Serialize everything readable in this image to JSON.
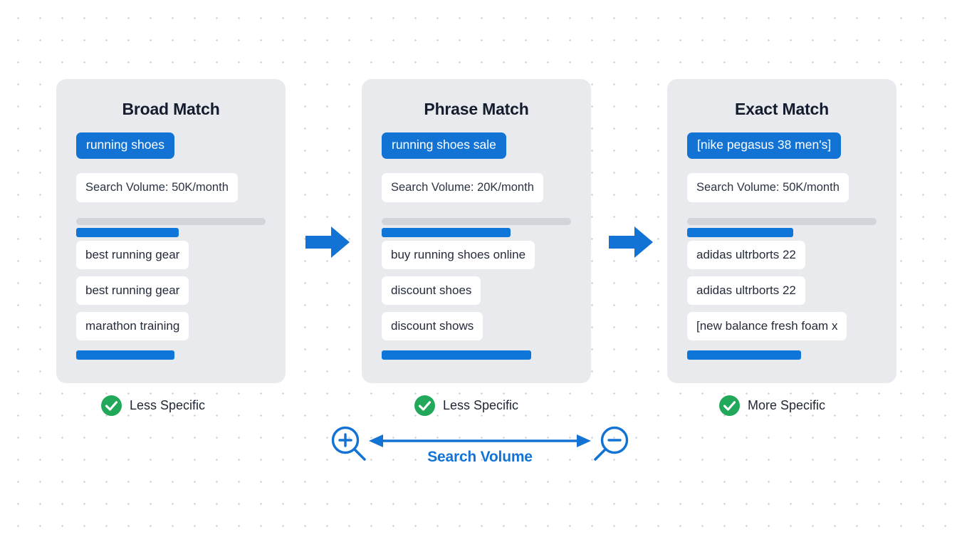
{
  "theme": {
    "background": "#ffffff",
    "dot_color": "#d5d6dc",
    "card_bg": "#e8eaee",
    "accent_blue": "#1273d4",
    "bar_blue": "#0f76d9",
    "bar_track": "#d2d4d9",
    "check_green": "#21a85a",
    "text_dark": "#141c2e"
  },
  "cards": [
    {
      "title": "Broad Match",
      "keyword": "running shoes",
      "volume": "Search Volume: 50K/month",
      "bar_track_pct": 100,
      "bar_fill_pct": 54,
      "terms": [
        "best running gear",
        "best running gear",
        "marathon training"
      ],
      "bar_bottom_pct": 52,
      "specificity": "Less Specific"
    },
    {
      "title": "Phrase Match",
      "keyword": "running shoes sale",
      "volume": "Search Volume: 20K/month",
      "bar_track_pct": 100,
      "bar_fill_pct": 68,
      "terms": [
        "buy running shoes online",
        "discount shoes",
        "discount shows"
      ],
      "bar_bottom_pct": 79,
      "specificity": "Less Specific"
    },
    {
      "title": "Exact Match",
      "keyword": "[nike pegasus 38 men's]",
      "volume": "Search Volume: 50K/month",
      "bar_track_pct": 100,
      "bar_fill_pct": 56,
      "terms": [
        "adidas ultrborts 22",
        "adidas ultrborts 22",
        "[new balance fresh foam x"
      ],
      "bar_bottom_pct": 60,
      "specificity": "More Specific"
    }
  ],
  "flow_arrows": [
    {
      "name": "broad-to-phrase"
    },
    {
      "name": "phrase-to-exact"
    }
  ],
  "scale": {
    "label": "Search Volume",
    "left_icon": "magnifier-plus-icon",
    "right_icon": "magnifier-minus-icon"
  }
}
